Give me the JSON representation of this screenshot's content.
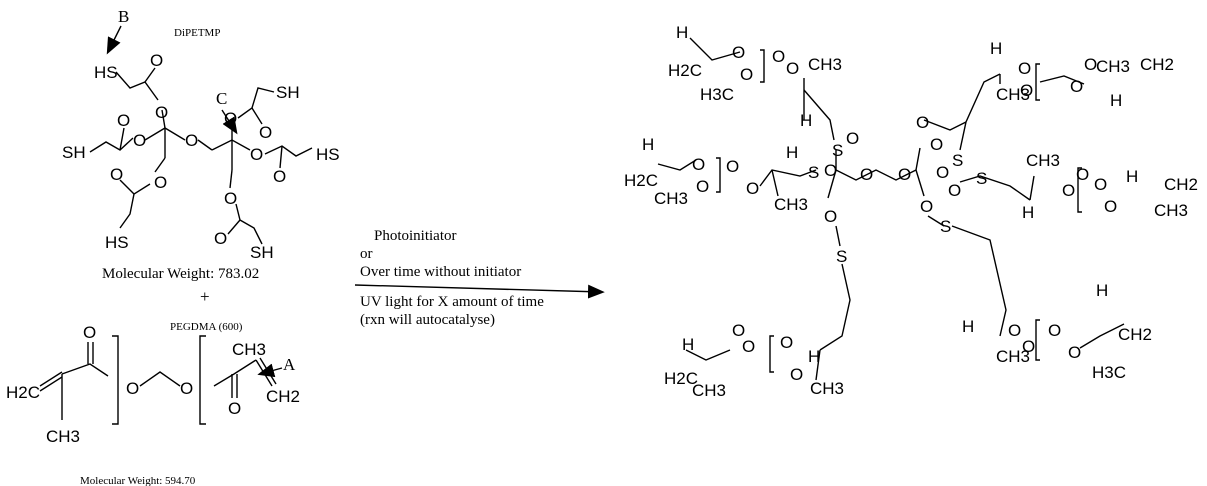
{
  "reactant1": {
    "name": "DiPETMP",
    "mw_label": "Molecular Weight: 783.02",
    "site_b": "B",
    "site_c": "C",
    "atoms": {
      "sh": "SH",
      "hs": "HS",
      "o": "O"
    }
  },
  "plus": "+",
  "reactant2": {
    "name": "PEGDMA (600)",
    "mw_label": "Molecular Weight: 594.70",
    "site_a": "A",
    "atoms": {
      "h2c": "H2C",
      "ch3": "CH3",
      "ch2": "CH2",
      "o": "O"
    }
  },
  "conditions": {
    "line1": "Photoinitiator",
    "line2": "or",
    "line3": "Over time without initiator",
    "line4": "UV light for X amount of time",
    "line5": "(rxn will autocatalyse)"
  },
  "product": {
    "atoms": {
      "h": "H",
      "o": "O",
      "s": "S",
      "ch3": "CH3",
      "h2c": "H2C",
      "h3c": "H3C",
      "ch2": "CH2"
    }
  }
}
